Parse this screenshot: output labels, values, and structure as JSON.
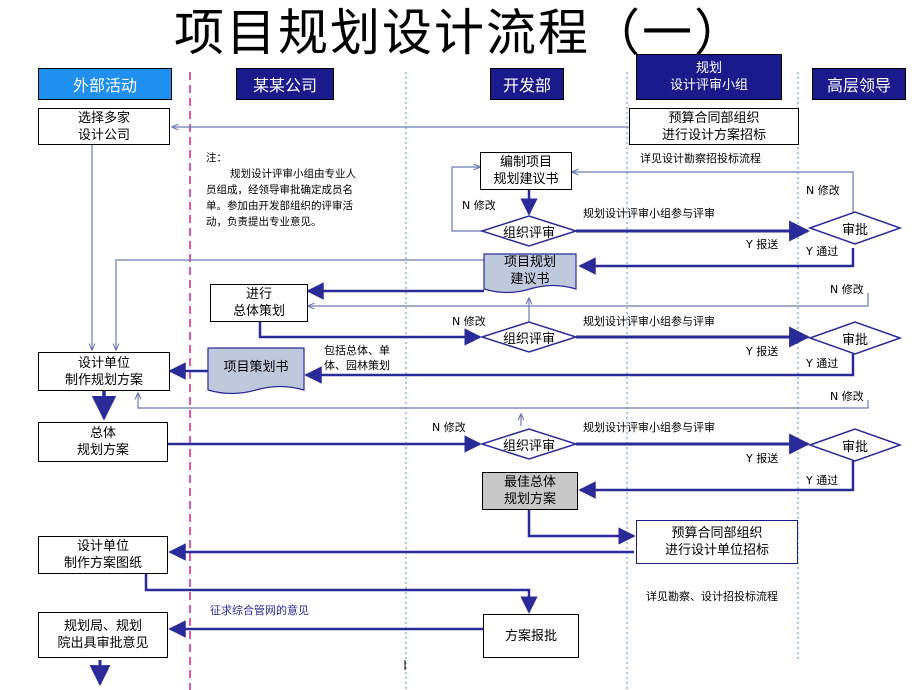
{
  "title": "项目规划设计流程（一）",
  "lanes": {
    "external": "外部活动",
    "company": "某某公司",
    "dev": "开发部",
    "panel_line1": "规划",
    "panel_line2": "设计评审小组",
    "exec": "高层领导"
  },
  "boxes": {
    "select_firms": [
      "选择多家",
      "设计公司"
    ],
    "budget_invite_1": [
      "预算合同部组织",
      "进行设计方案招标"
    ],
    "compile_proposal": [
      "编制项目",
      "规划建议书"
    ],
    "project_proposal_doc": [
      "项目规划",
      "建议书"
    ],
    "overall_plan": [
      "进行",
      "总体策划"
    ],
    "planning_doc": "项目策划书",
    "design_unit_plan": [
      "设计单位",
      "制作规划方案"
    ],
    "overall_scheme": [
      "总体",
      "规划方案"
    ],
    "best_scheme": [
      "最佳总体",
      "规划方案"
    ],
    "budget_invite_2": [
      "预算合同部组织",
      "进行设计单位招标"
    ],
    "design_unit_drawings": [
      "设计单位",
      "制作方案图纸"
    ],
    "scheme_approval": "方案报批",
    "authority_opinion": [
      "规划局、规划",
      "院出具审批意见"
    ]
  },
  "decisions": {
    "review": "组织评审",
    "approve": "审批"
  },
  "labels": {
    "see_survey_flow": "详见设计勘察招投标流程",
    "see_survey_flow_2": "详见勘察、设计招投标流程",
    "panel_joins": "规划设计评审小组参与评审",
    "n_modify": "N  修改",
    "y_submit": "Y  报送",
    "y_pass": "Y  通过",
    "includes": [
      "包括总体、单",
      "体、园林策划"
    ],
    "solicit": "征求综合管网的意见"
  },
  "note": {
    "head": "注：",
    "lines": [
      "规划设计评审小组由专业人",
      "员组成，经领导审批确定成员名",
      "单。参加由开发部组织的评审活",
      "动，负责提出专业意见。"
    ]
  },
  "colors": {
    "lane_header": "#1a1a8c",
    "lane_header_external": "#1f8ff0",
    "flow_line": "#2a2a99",
    "lane_divider_pink": "#d02090",
    "lane_divider_blue": "#4f8fd0",
    "doc_fill": "#c0c8dc",
    "gray_box": "#c8c8c8"
  }
}
